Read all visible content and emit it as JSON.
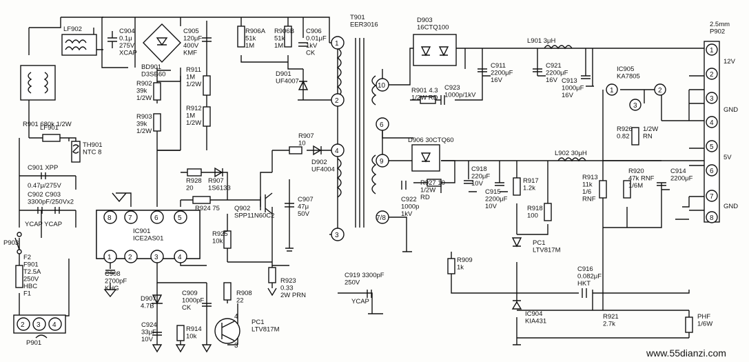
{
  "labels": {
    "lf902": "LF902",
    "c904": "C904\n0.1μ\n275V\nXCAP",
    "bd901": "BD901\nD3SB60",
    "c905": "C905\n120μF\n400V\nKMF",
    "r906a": "R906A\n51k\n1M",
    "r906b": "R906B\n51k\n1M",
    "c906": "C906\n0.01μF\n1kV\nCK",
    "d901": "D901\nUF4007",
    "t901": "T901\nEER3016",
    "d903": "D903\n16CTQ100",
    "l901": "L901  3μH",
    "c911": "C911\n2200μF\n16V",
    "c921": "C921\n2200μF\n16V",
    "c913": "C913\n1000μF\n16V",
    "ic905": "IC905\nKA7805",
    "p902": "2.5mm\nP902",
    "v12": "12V",
    "gnd1": "GND",
    "v5": "5V",
    "gnd2": "GND",
    "r901b": "R901  4.3\n1/2W  RD",
    "c923": "C923\n1000p/1kV",
    "r926": "R926\n0.82",
    "r926b": "1/2W\nRN",
    "r911": "R911\n1M\n1/2W",
    "r912": "R912\n1M\n1/2W",
    "r902": "R902\n39k\n1/2W",
    "r903": "R903\n39k\n1/2W",
    "lf901": "LF901",
    "r901a": "R901   680k  1/2W",
    "th901": "TH901\nNTC 8",
    "c901": "C901    XPP",
    "c901v": "0.47μ/275V",
    "c902": "C902    C903\n3300pF/250Vx2",
    "ycap": "YCAP      YCAP",
    "r907": "R907\n10",
    "d902": "D902\nUF4004",
    "d906": "D906  30CTQ60",
    "l902": "L902  30μH",
    "c918": "C918\n220μF\n10V",
    "c915": "C915\n2200μF\n10V",
    "r917": "R917\n1.2k",
    "r918": "R918\n100",
    "r913": "R913\n11k\n1/6\nRNF",
    "r920": "R920\n47k  RNF\n1/6M",
    "c914": "C914\n2200μF",
    "r928": "R928\n20",
    "d907": "R907\n1S6133",
    "r924": "R924   75",
    "q902": "Q902\nSPP11N60C2",
    "c907": "C907\n47μ\n50V",
    "r925": "R925\n10k",
    "ic901": "IC901\nICE2AS01",
    "c922": "C922\n1000p\n1kV",
    "r927": "R927  10\n1/2W\nRD",
    "pc1a": "PC1\nLTV817M",
    "r909": "R909\n1k",
    "c916": "C916\n0.082μF\nHKT",
    "p903": "P903",
    "f901": "F2\nF901\nT2.5A\n250V\nHBC\nF1",
    "c908": "C908\n2700pF\nKHG",
    "d907z": "D907\n4.7B",
    "c909": "C909\n1000pF\nCK",
    "r908": "R908\n22",
    "r923": "R923\n0.33\n2W  PRN",
    "c919": "C919  3300pF\n250V",
    "c919b": "YCAP",
    "c924": "C924\n33μF\n10V",
    "r914": "R914\n10k",
    "pc1b": "PC1\nLTV817M",
    "ic904": "IC904\nKIA431",
    "r921": "R921\n2.7k",
    "r921b": "PHF\n1/6W",
    "p901": "P901",
    "watermark": "www.55dianzi.com"
  },
  "pins": {
    "t1": "1",
    "t2": "2",
    "t3": "3",
    "t4": "4",
    "t6": "6",
    "t9": "9",
    "t10": "10",
    "t78": "7/8",
    "ic1": "1",
    "ic2": "2",
    "ic3": "3",
    "ic4": "4",
    "ic5": "5",
    "ic6": "6",
    "ic7": "7",
    "ic8": "8",
    "reg1": "1",
    "reg2": "2",
    "reg3": "3",
    "c1": "1",
    "c2": "2",
    "c3": "3",
    "c4": "4",
    "c5": "5",
    "c6": "6",
    "c7": "7",
    "c8": "8",
    "in2": "2",
    "in3": "3",
    "in4": "4",
    "q4": "4",
    "q3": "3"
  }
}
